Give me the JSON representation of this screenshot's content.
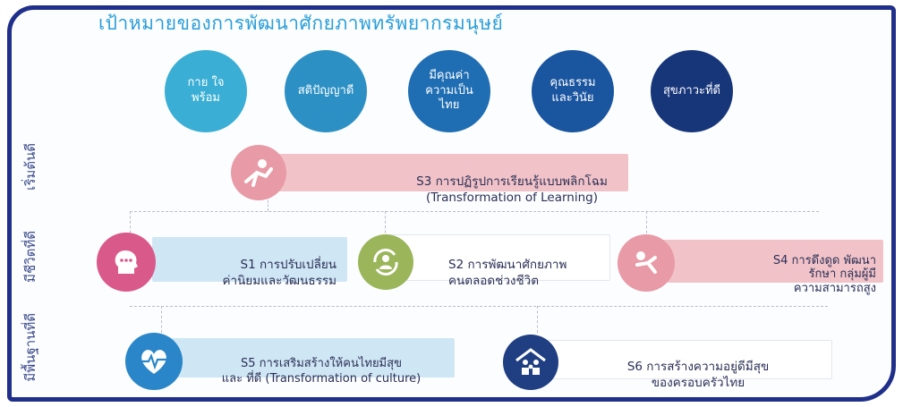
{
  "title": "เป้าหมายของการพัฒนาศักยภาพทรัพยากรมนุษย์",
  "goals": [
    {
      "text": "กาย ใจ\nพร้อม",
      "color": "#3aaed4"
    },
    {
      "text": "สติปัญญาดี",
      "color": "#2c90c4"
    },
    {
      "text": "มีคุณค่า\nความเป็น\nไทย",
      "color": "#1f6eb3"
    },
    {
      "text": "คุณธรรม\nและวินัย",
      "color": "#1a55a0"
    },
    {
      "text": "สุขภาวะที่ดี",
      "color": "#17367a"
    }
  ],
  "row_labels": [
    "เริ่มต้นดี",
    "มีชีวิตที่ดี",
    "มีพื้นฐานที่ดี"
  ],
  "strategies": {
    "s3": {
      "text": "S3  การปฏิรูปการเรียนรู้แบบพลิกโฉม\n(Transformation of Learning)",
      "color": "#e89aa6"
    },
    "s1": {
      "text": "S1  การปรับเปลี่ยน\nค่านิยมและวัฒนธรรม",
      "color": "#d9598a"
    },
    "s2": {
      "text": "S2  การพัฒนาศักยภาพ\nคนตลอดช่วงชีวิต",
      "color": "#9bb55a"
    },
    "s4": {
      "text": "S4  การดึงดูด พัฒนา\nรักษา กลุ่มผู้มี\nความสามารถสูง",
      "color": "#e89aa6"
    },
    "s5": {
      "text": "S5  การเสริมสร้างให้คนไทยมีสุข\nและ ที่ดี (Transformation of culture)",
      "color": "#2a86c8"
    },
    "s6": {
      "text": "S6  การสร้างความอยู่ดีมีสุข\nของครอบครัวไทย",
      "color": "#1f3f82"
    }
  }
}
